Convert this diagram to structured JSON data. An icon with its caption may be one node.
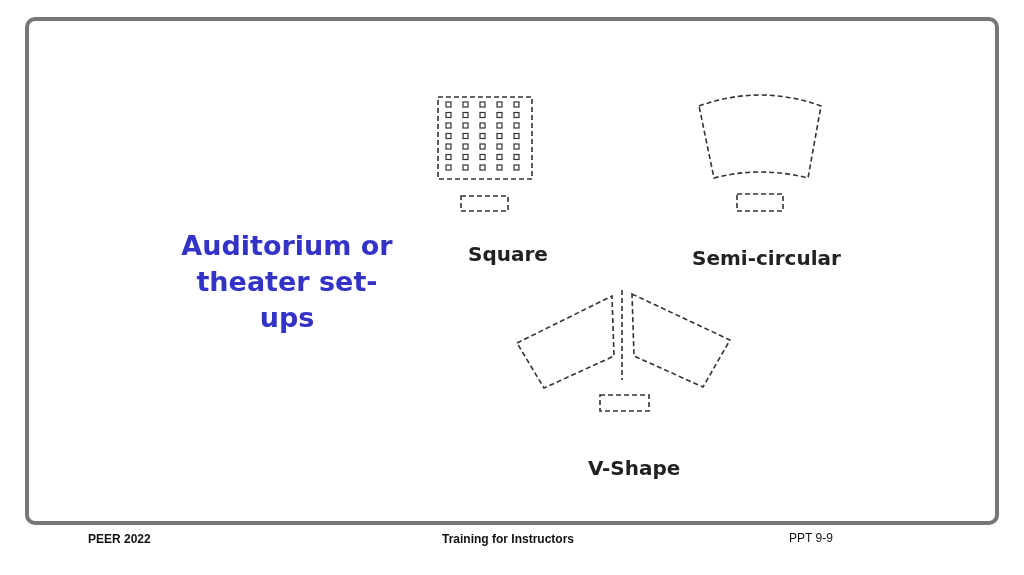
{
  "diagram": {
    "title": "Auditorium or theater set-ups",
    "labels": [
      "Square",
      "Semi-circular",
      "V-Shape",
      "PEER 2022",
      "Training for Instructors",
      "PPT 9-9"
    ]
  }
}
